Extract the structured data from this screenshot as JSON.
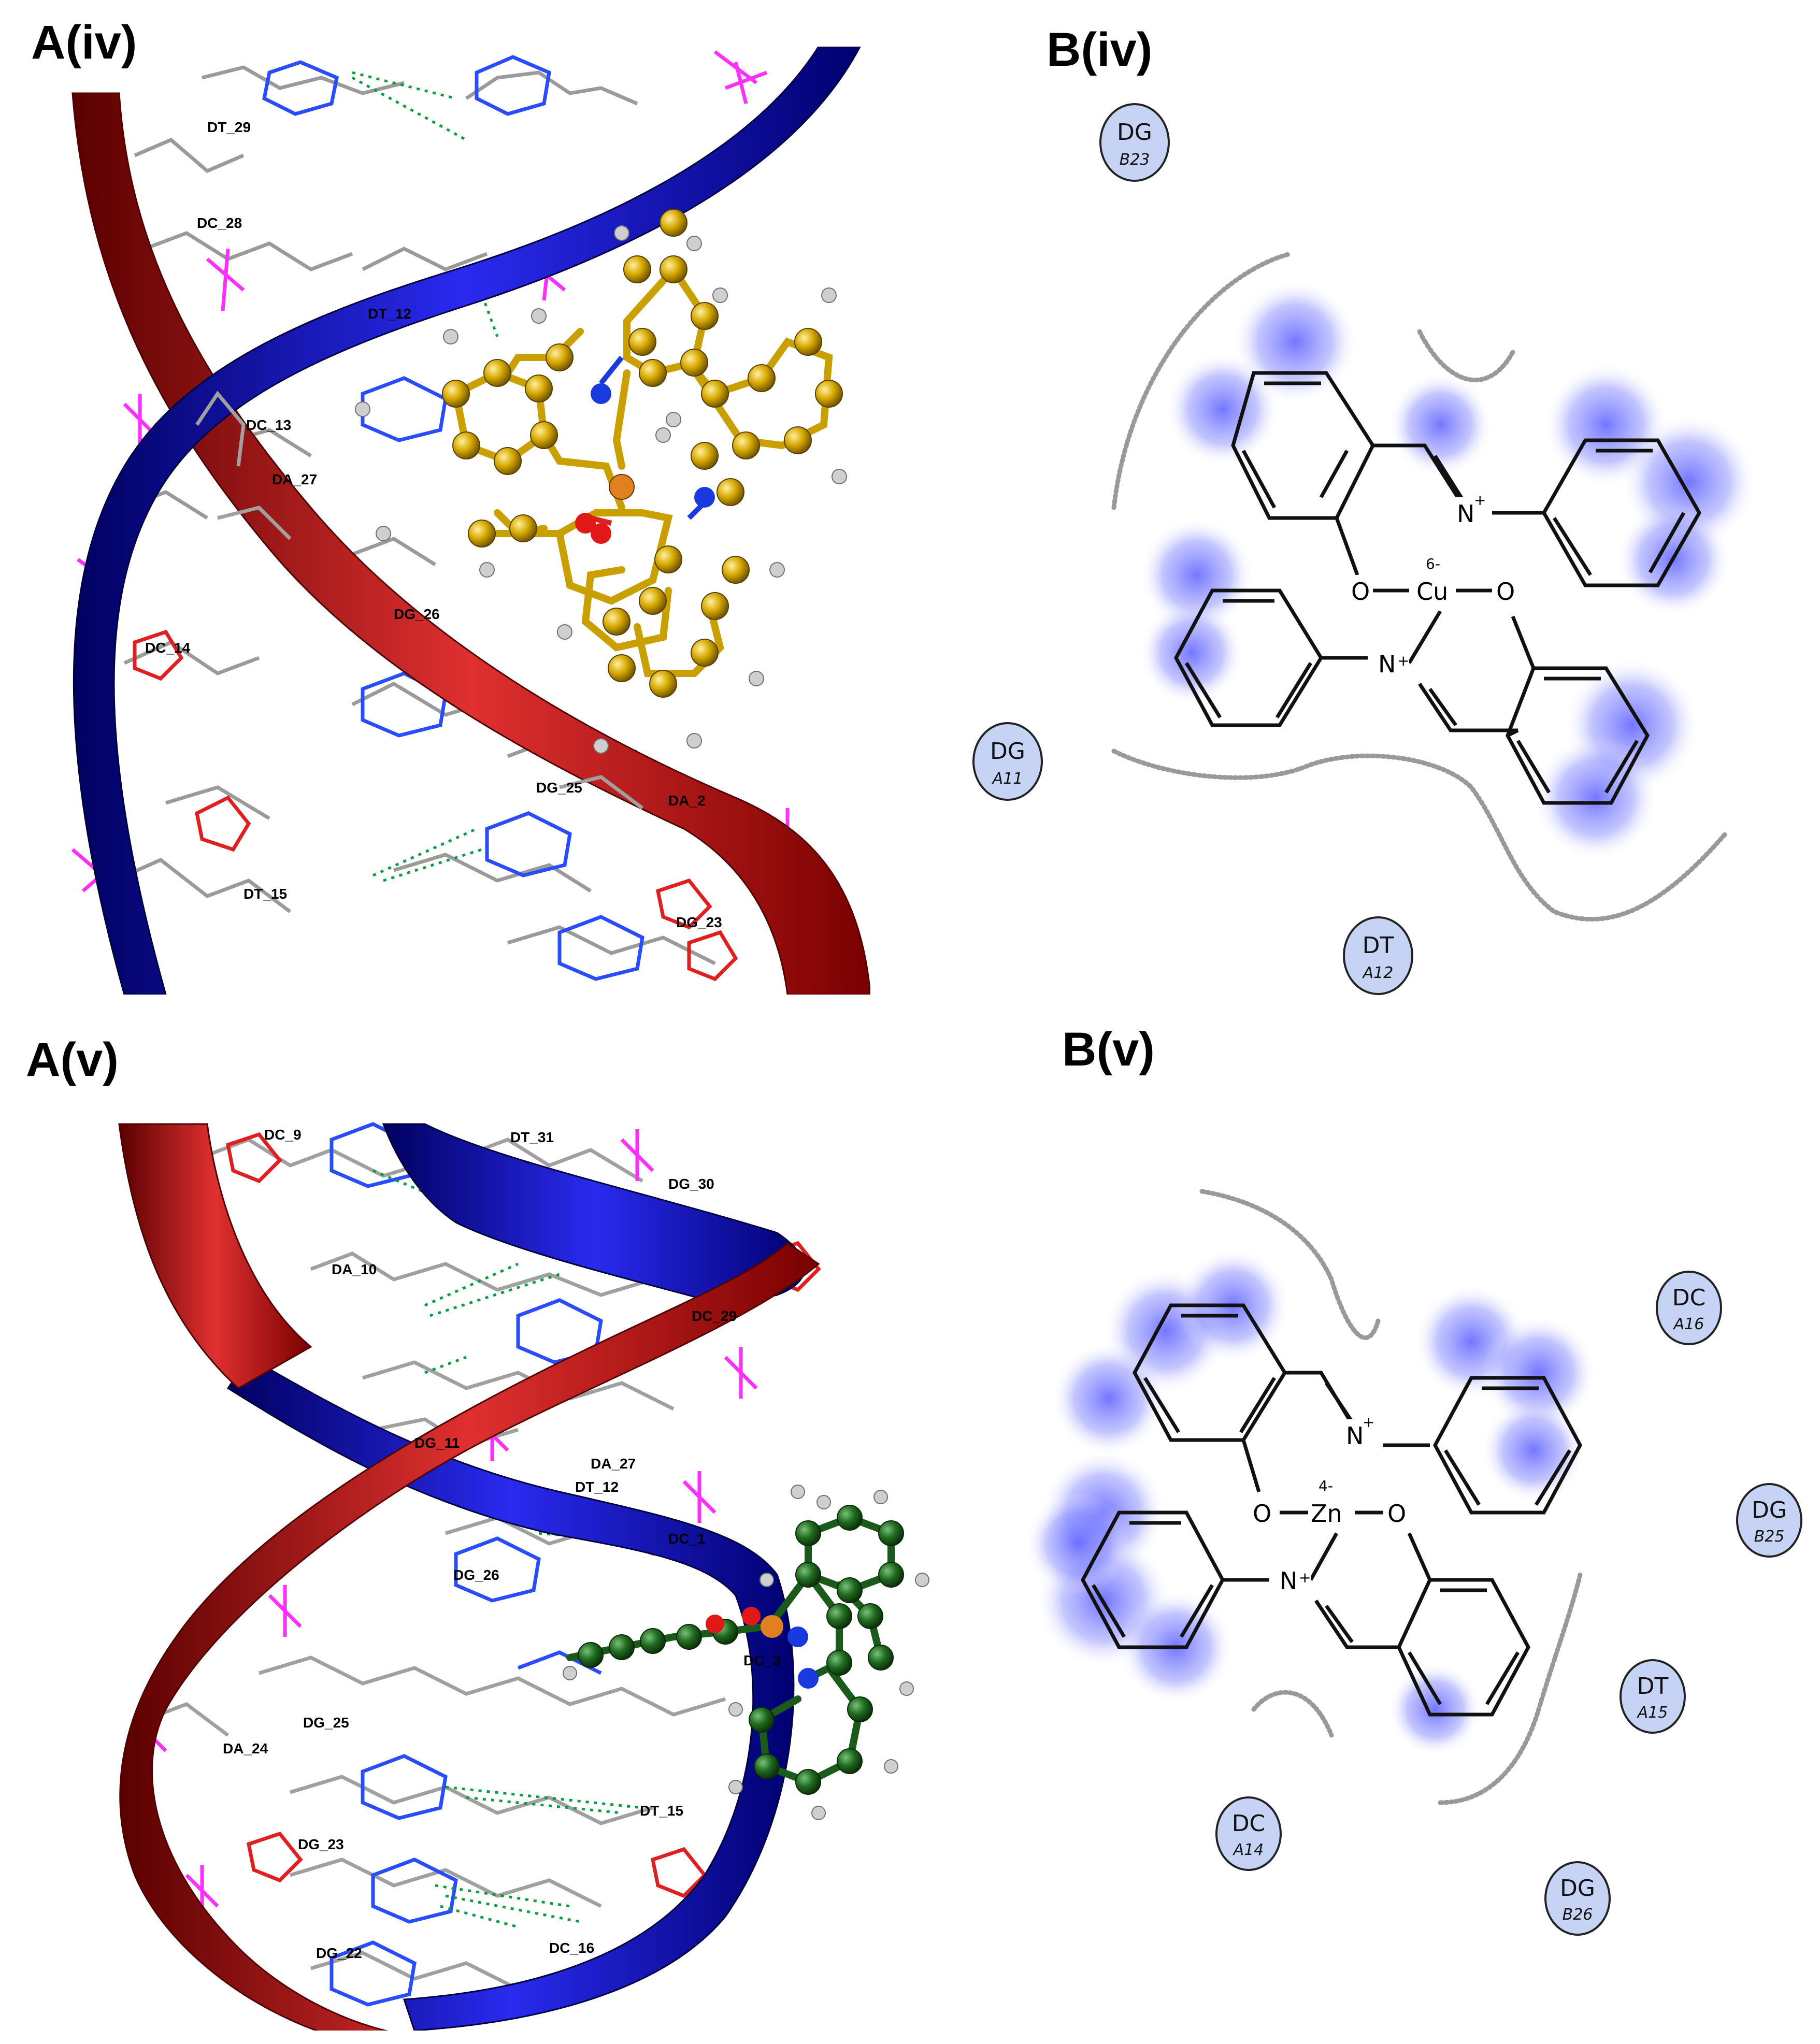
{
  "panels": {
    "a_iv": "A(iv)",
    "b_iv": "B(iv)",
    "a_v": "A(v)",
    "b_v": "B(v)"
  },
  "residues_a_iv": [
    "DT_29",
    "DC_28",
    "DT_12",
    "DC_13",
    "DA_27",
    "DG_26",
    "DC_14",
    "DG_25",
    "DA_2",
    "DT_15",
    "DG_23"
  ],
  "residues_a_v": [
    "DC_9",
    "DT_31",
    "DG_30",
    "DA_10",
    "DC_29",
    "DG_11",
    "DA_27",
    "DT_12",
    "DC_1",
    "DG_26",
    "DC_3",
    "DG_25",
    "DA_24",
    "DT_15",
    "DG_23",
    "DG_22",
    "DC_16"
  ],
  "nodes_b_iv": [
    {
      "name": "DG",
      "chain": "B23"
    },
    {
      "name": "DG",
      "chain": "A11"
    },
    {
      "name": "DT",
      "chain": "A12"
    }
  ],
  "nodes_b_v": [
    {
      "name": "DC",
      "chain": "A16"
    },
    {
      "name": "DG",
      "chain": "B25"
    },
    {
      "name": "DT",
      "chain": "A15"
    },
    {
      "name": "DC",
      "chain": "A14"
    },
    {
      "name": "DG",
      "chain": "B26"
    }
  ],
  "complex_iv": {
    "metal": "Cu",
    "metal_charge": "6-",
    "o_left": "O",
    "o_right": "O",
    "n_top": "N",
    "n_bottom": "N",
    "n_charge": "+"
  },
  "complex_v": {
    "metal": "Zn",
    "metal_charge": "4-",
    "o_left": "O",
    "o_right": "O",
    "n_top": "N",
    "n_bottom": "N",
    "n_charge": "+"
  },
  "colors": {
    "strand_red": "#c01818",
    "strand_blue": "#1a1ad0",
    "ligand_gold": "#c9a000",
    "ligand_green": "#1a5a1a",
    "node_fill": "#c7d3f5",
    "halo": "#6f73ff"
  }
}
